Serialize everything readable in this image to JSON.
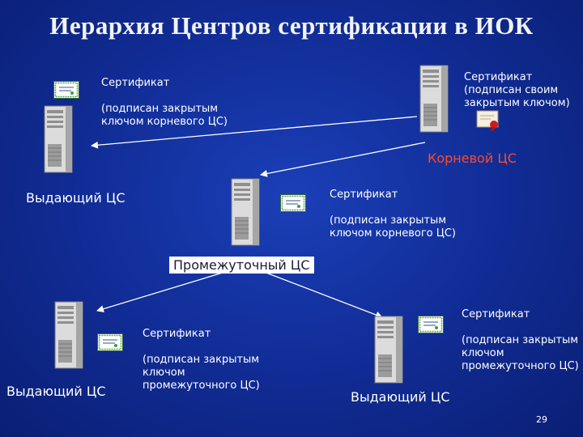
{
  "title": "Иерархия Центров сертификации в ИОК",
  "root": {
    "label": "Корневой ЦС",
    "certificate_text": "Сертификат\n(подписан своим\nзакрытым ключом)"
  },
  "top_issuing": {
    "label": "Выдающий ЦС",
    "certificate_text": "Сертификат\n\n(подписан закрытым\nключом корневого ЦС)"
  },
  "intermediate": {
    "label": "Промежуточный ЦС",
    "certificate_text": "Сертификат\n\n(подписан закрытым\nключом корневого ЦС)"
  },
  "bottom_left_issuing": {
    "label": "Выдающий ЦС",
    "certificate_text": "Сертификат\n\n(подписан закрытым\nключом\nпромежуточного ЦС)"
  },
  "bottom_right_issuing": {
    "label": "Выдающий ЦС",
    "certificate_text": "Сертификат\n\n(подписан закрытым\nключом\nпромежуточного ЦС)"
  },
  "page_number": "29",
  "colors": {
    "background": "#102b93",
    "root_label": "#ff4a2a",
    "arrow": "#ffffff"
  },
  "icons": [
    "server-icon",
    "certificate-icon",
    "certificate-seal-icon"
  ]
}
